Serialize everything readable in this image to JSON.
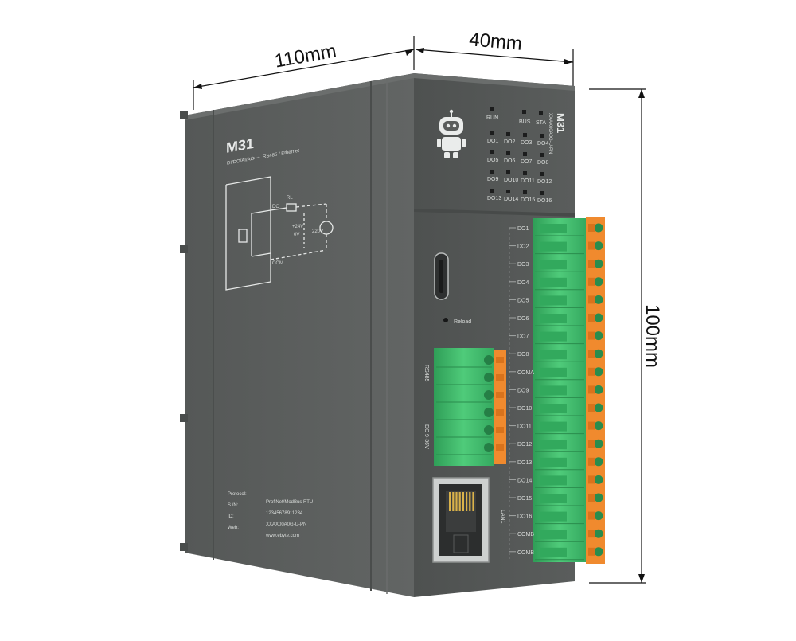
{
  "dimensions": {
    "width": "110mm",
    "depth": "40mm",
    "height": "100mm"
  },
  "side_panel": {
    "model": "M31",
    "subtitle_left": "DI/DO/AI/AO",
    "subtitle_right": "RS485 / Ethernet",
    "diagram": {
      "do": "DO",
      "rl": "RL",
      "v24": "+24V",
      "v0": "0V",
      "vac": "220V",
      "com": "COM"
    },
    "info_keys": [
      "Protocol:",
      "S /N:",
      "ID:",
      "Web:"
    ],
    "info_values": [
      "ProfiNet/ModBus RTU",
      "12345678911234",
      "XXAX00A0G-U-PN",
      "www.ebyte.com"
    ]
  },
  "front_panel": {
    "model": "M31",
    "model_code": "XXAX00A0G-U-PN",
    "status_leds": [
      "RUN",
      "BUS",
      "STA"
    ],
    "do_leds": [
      "DO1",
      "DO2",
      "DO3",
      "DO4",
      "DO5",
      "DO6",
      "DO7",
      "DO8",
      "DO9",
      "DO10",
      "DO11",
      "DO12",
      "DO13",
      "DO14",
      "DO15",
      "DO16"
    ],
    "reload_label": "Reload",
    "rs485_label": "RS485",
    "power_label": "DC 9-36V",
    "lan_label": "LAN1",
    "terminal_labels": [
      "DO1",
      "DO2",
      "DO3",
      "DO4",
      "DO5",
      "DO6",
      "DO7",
      "DO8",
      "COMA",
      "DO9",
      "DO10",
      "DO11",
      "DO12",
      "DO13",
      "DO14",
      "DO15",
      "DO16",
      "COMB",
      "COMB"
    ]
  },
  "colors": {
    "body": "#5b5e5d",
    "front": "#525554",
    "terminal_green": "#3dba6a",
    "terminal_orange": "#f08a2e"
  }
}
